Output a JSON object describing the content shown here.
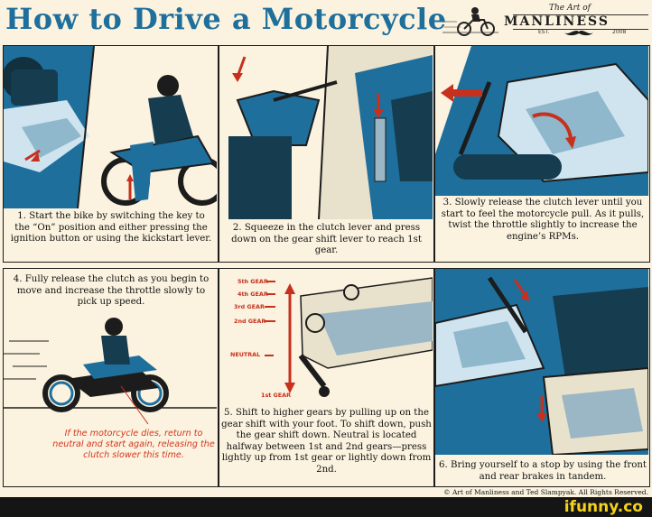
{
  "title": "How to Drive a Motorcycle",
  "brand": {
    "tagline": "The Art of",
    "name": "MANLINESS",
    "est": "EST.",
    "year": "2008"
  },
  "colors": {
    "blue": "#1f6f9c",
    "red": "#c7301d",
    "dark": "#1c1c1c",
    "paper": "#fbf3df"
  },
  "panels": [
    {
      "step": 1,
      "caption": "1. Start the bike by switching the key to the “On” position and either pressing the ignition button or using the kickstart lever."
    },
    {
      "step": 2,
      "caption": "2. Squeeze in the clutch lever and press down on the gear shift lever to reach 1st gear."
    },
    {
      "step": 3,
      "caption": "3. Slowly release the clutch lever until you start to feel the motorcycle pull. As it pulls, twist the throttle slightly to increase the engine’s RPMs."
    },
    {
      "step": 4,
      "caption": "4. Fully release the clutch as you begin to move and increase the throttle slowly to pick up speed.",
      "note": "If the motorcycle dies, return to neutral and start again, releasing the clutch slower this time."
    },
    {
      "step": 5,
      "caption": "5. Shift to higher gears by pulling up on the gear shift with your foot. To shift down, push the gear shift down. Neutral is located halfway between 1st and 2nd gears—press lightly up from 1st gear or lightly down from 2nd."
    },
    {
      "step": 6,
      "caption": "6. Bring yourself to a stop by using the front and rear brakes in tandem."
    }
  ],
  "gears": [
    "5th GEAR",
    "4th GEAR",
    "3rd GEAR",
    "2nd GEAR",
    "NEUTRAL",
    "1st GEAR"
  ],
  "copyright": "© Art of Manliness and Ted Slampyak. All Rights Reserved.",
  "footer_logo": "ifunny.co"
}
